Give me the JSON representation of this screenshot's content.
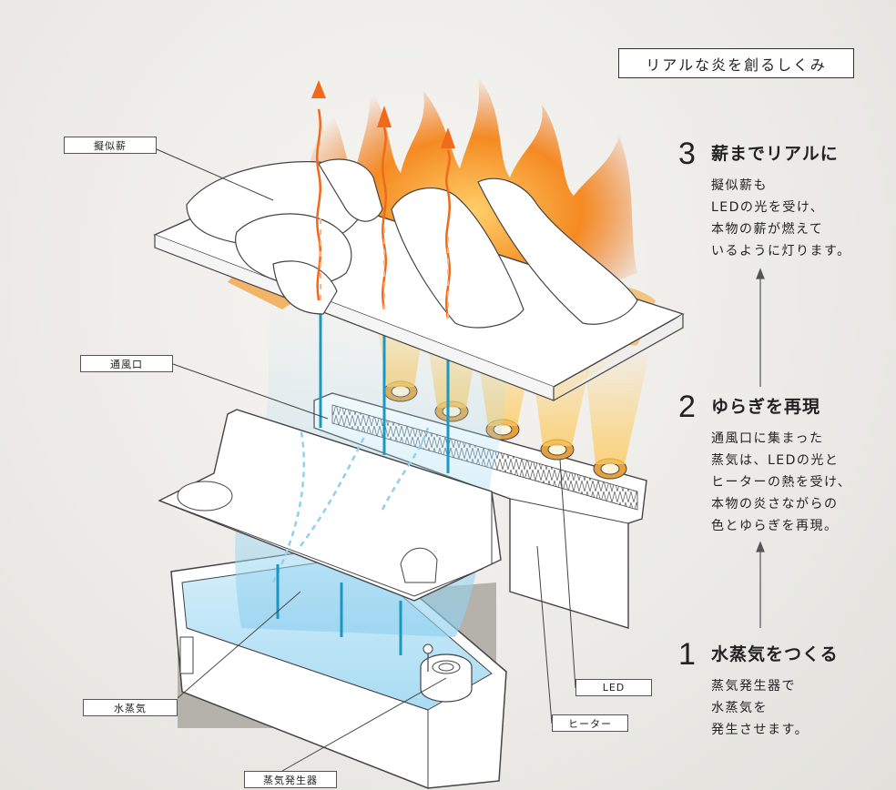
{
  "title": "リアルな炎を創るしくみ",
  "steps": [
    {
      "num": "3",
      "heading": "薪までリアルに",
      "lines": [
        "擬似薪も",
        "LEDの光を受け、",
        "本物の薪が燃えて",
        "いるように灯ります。"
      ]
    },
    {
      "num": "2",
      "heading": "ゆらぎを再現",
      "lines": [
        "通風口に集まった",
        "蒸気は、LEDの光と",
        "ヒーターの熱を受け、",
        "本物の炎さながらの",
        "色とゆらぎを再現。"
      ]
    },
    {
      "num": "1",
      "heading": "水蒸気をつくる",
      "lines": [
        "蒸気発生器で",
        "水蒸気を",
        "発生させます。"
      ]
    }
  ],
  "labels": {
    "logs": "擬似薪",
    "vent": "通風口",
    "steam": "水蒸気",
    "generator": "蒸気発生器",
    "led": "LED",
    "heater": "ヒーター"
  },
  "colors": {
    "flame": "#f07a1a",
    "flame_light": "#ffb547",
    "steam": "#8fd0ee",
    "steam_line": "#1a97c2",
    "arrow": "#f06a1a"
  }
}
